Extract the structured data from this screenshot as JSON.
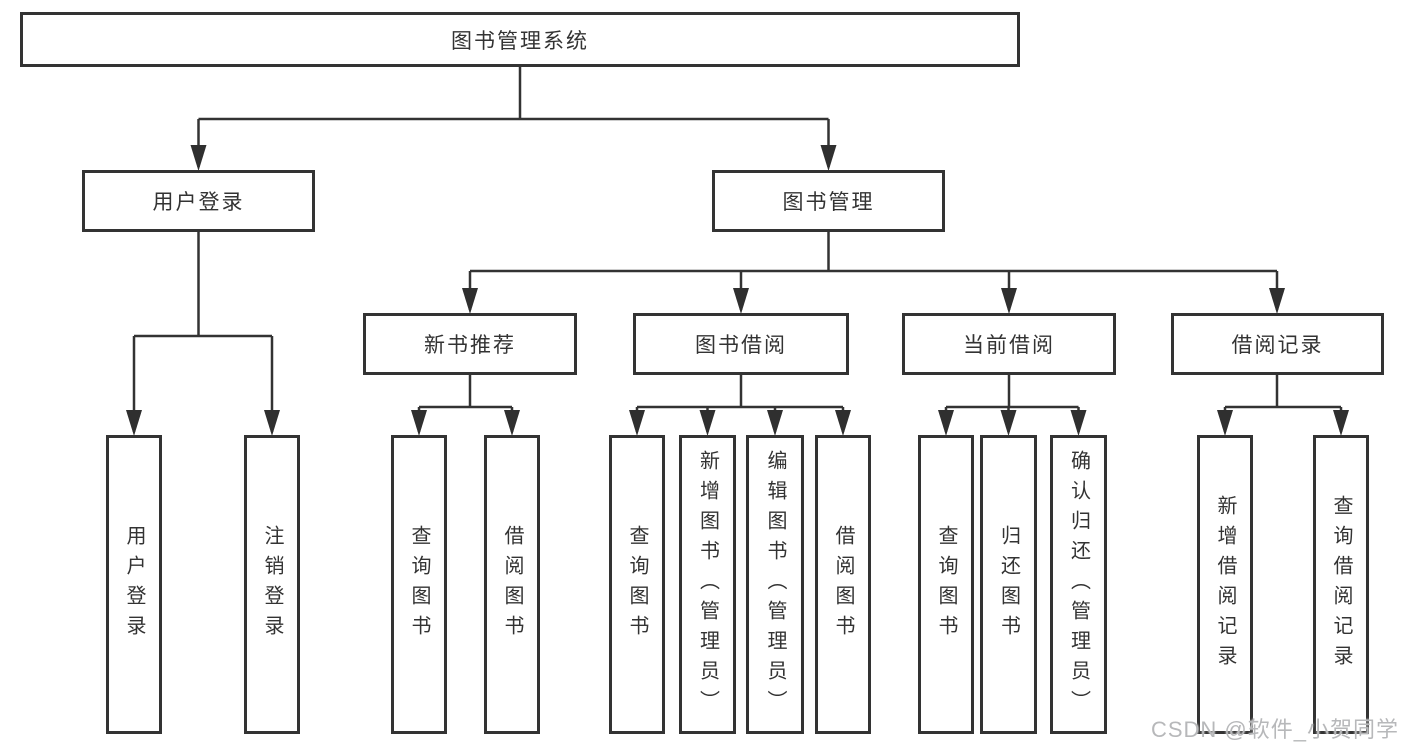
{
  "tree": {
    "root": {
      "label": "图书管理系统"
    },
    "branches": [
      {
        "label": "用户登录",
        "children": [
          {
            "label": "用户登录"
          },
          {
            "label": "注销登录"
          }
        ]
      },
      {
        "label": "图书管理",
        "children": [
          {
            "label": "新书推荐",
            "children": [
              {
                "label": "查询图书"
              },
              {
                "label": "借阅图书"
              }
            ]
          },
          {
            "label": "图书借阅",
            "children": [
              {
                "label": "查询图书"
              },
              {
                "label": "新增图书（管理员）"
              },
              {
                "label": "编辑图书（管理员）"
              },
              {
                "label": "借阅图书"
              }
            ]
          },
          {
            "label": "当前借阅",
            "children": [
              {
                "label": "查询图书"
              },
              {
                "label": "归还图书"
              },
              {
                "label": "确认归还（管理员）"
              }
            ]
          },
          {
            "label": "借阅记录",
            "children": [
              {
                "label": "新增借阅记录"
              },
              {
                "label": "查询借阅记录"
              }
            ]
          }
        ]
      }
    ]
  },
  "watermark": {
    "text": "CSDN @软件_小贺同学"
  },
  "colors": {
    "line": "#333333",
    "box_border": "#333333",
    "text": "#333333",
    "watermark": "#b7b8ba",
    "background": "#ffffff"
  }
}
